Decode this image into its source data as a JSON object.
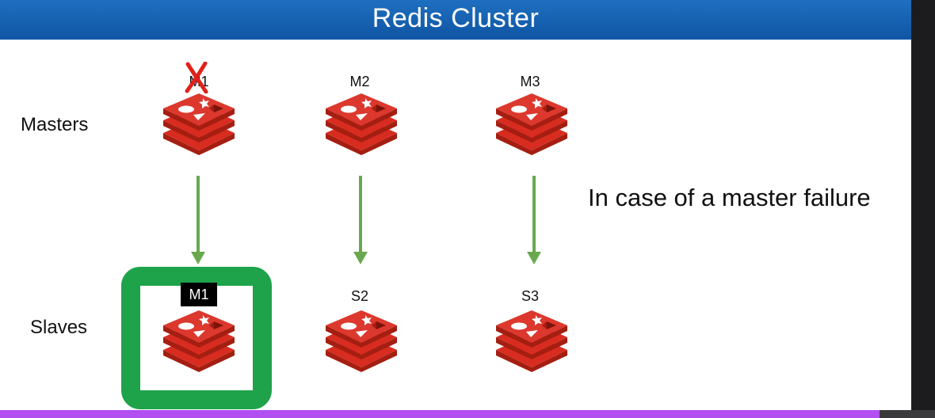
{
  "title": "Redis Cluster",
  "rows": {
    "masters": "Masters",
    "slaves": "Slaves"
  },
  "masters": [
    {
      "label": "M1",
      "failed": true
    },
    {
      "label": "M2",
      "failed": false
    },
    {
      "label": "M3",
      "failed": false
    }
  ],
  "slaves": [
    {
      "label": "M1",
      "promoted": true
    },
    {
      "label": "S2",
      "promoted": false
    },
    {
      "label": "S3",
      "promoted": false
    }
  ],
  "note": "In case of a master failure",
  "icons": {
    "node": "redis-logo-icon",
    "failure": "cross-mark-icon",
    "replication": "arrow-down-icon"
  },
  "colors": {
    "title_bar": "#1361b3",
    "redis_red": "#d82c20",
    "arrow_green": "#6aa84f",
    "promoted_box": "#1ea34a",
    "failure_red": "#e0211a"
  }
}
